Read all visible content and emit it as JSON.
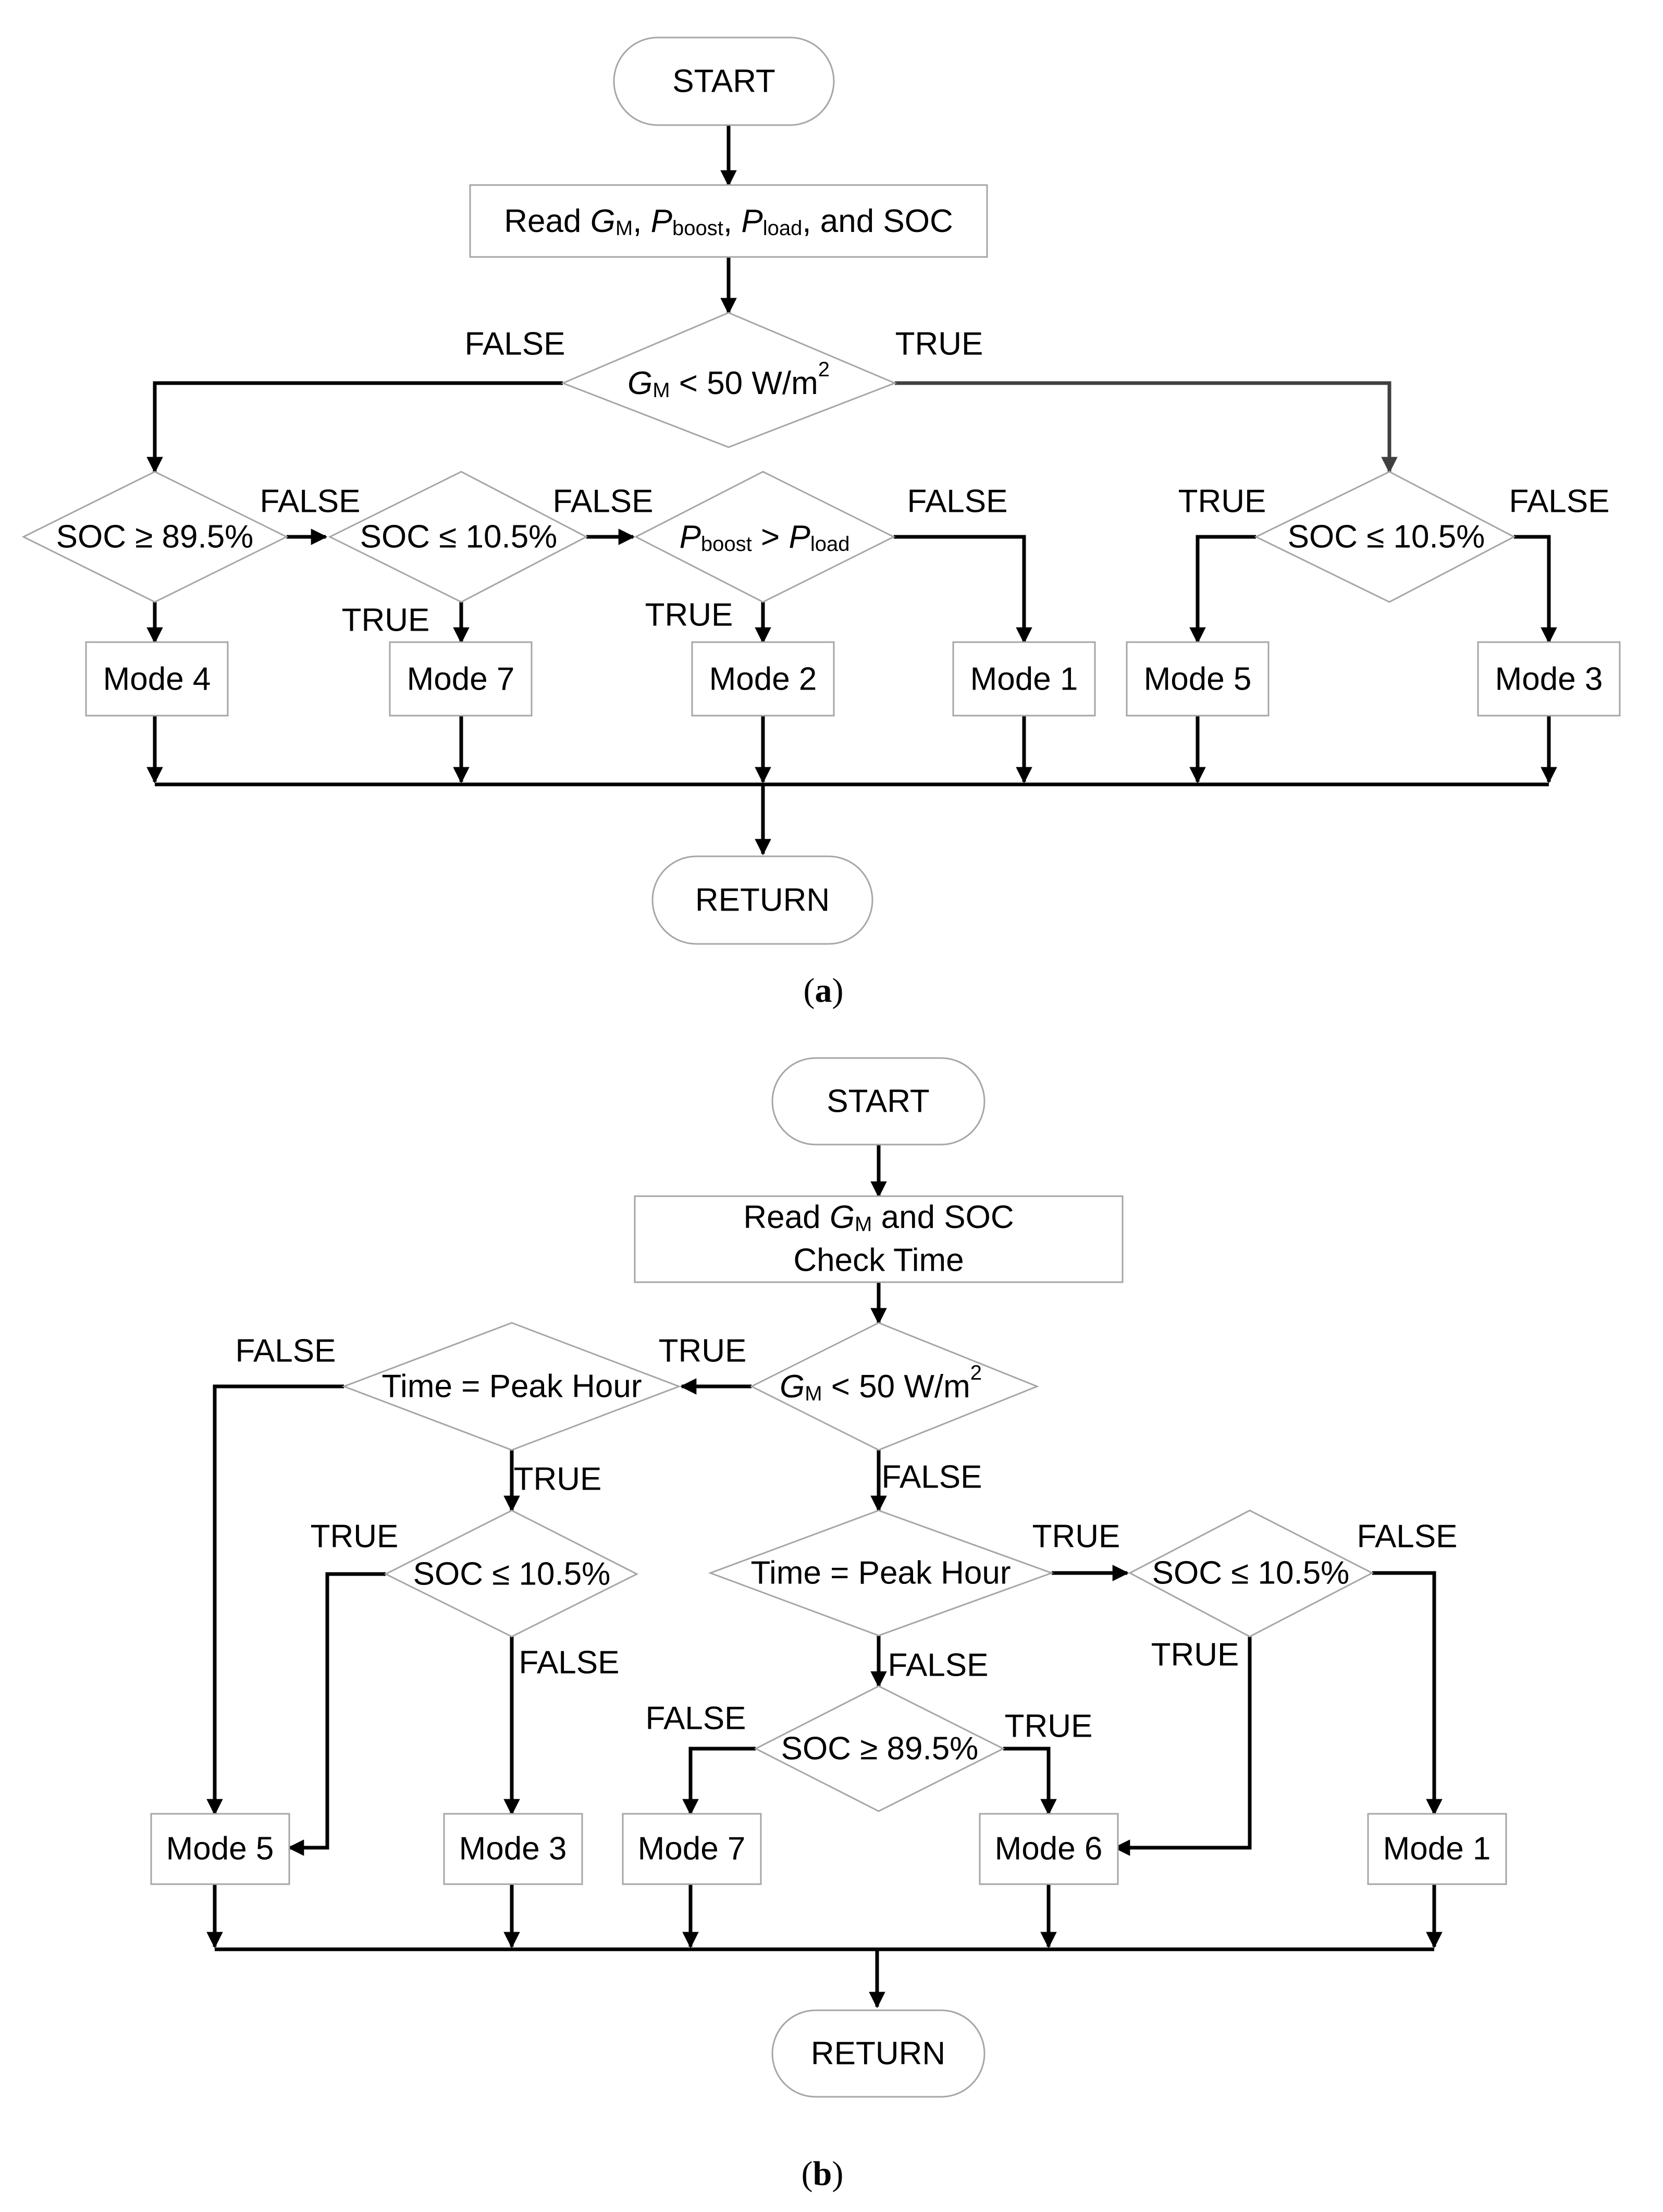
{
  "panel_a": {
    "start": "START",
    "read": {
      "prefix": "Read ",
      "g": "G",
      "m": "M",
      "p1": "P",
      "boost": "boost",
      "p2": "P",
      "load": "load",
      "suffix": ", and SOC"
    },
    "cond_gm": {
      "g": "G",
      "m": "M",
      "rest": " < 50 W/m",
      "sup": "2"
    },
    "cond_soc_high": "SOC ≥ 89.5%",
    "cond_soc_low_1": "SOC ≤  10.5%",
    "cond_power": {
      "p1": "P",
      "boost": "boost",
      "gt": " > ",
      "p2": "P",
      "load": "load"
    },
    "cond_soc_low_2": "SOC ≤  10.5%",
    "modes": [
      "Mode 4",
      "Mode 7",
      "Mode 2",
      "Mode 1",
      "Mode 5",
      "Mode 3"
    ],
    "labels": {
      "gm_false": "FALSE",
      "gm_true": "TRUE",
      "soch_false": "FALSE",
      "socl1_false": "FALSE",
      "socl1_true": "TRUE",
      "power_true": "TRUE",
      "power_false": "FALSE",
      "socl2_true": "TRUE",
      "socl2_false": "FALSE"
    },
    "return": "RETURN",
    "caption": {
      "open": "(",
      "letter": "a",
      "close": ")"
    }
  },
  "panel_b": {
    "start": "START",
    "read_line1": {
      "prefix": "Read ",
      "g": "G",
      "m": "M",
      "suffix": " and SOC"
    },
    "read_line2": "Check Time",
    "cond_gm": {
      "g": "G",
      "m": "M",
      "rest": " < 50 W/m",
      "sup": "2"
    },
    "cond_peak_left": "Time = Peak Hour",
    "cond_peak_right": "Time = Peak Hour",
    "cond_soc_low_left": "SOC ≤  10.5%",
    "cond_soc_low_right": "SOC ≤  10.5%",
    "cond_soc_high": "SOC ≥ 89.5%",
    "modes": [
      "Mode 5",
      "Mode 3",
      "Mode 7",
      "Mode 6",
      "Mode 1"
    ],
    "labels": {
      "peakl_false": "FALSE",
      "gm_true": "TRUE",
      "peakl_true": "TRUE",
      "socll_true": "TRUE",
      "socll_false": "FALSE",
      "gm_false": "FALSE",
      "peakr_true": "TRUE",
      "socrl_false": "FALSE",
      "socrl_true": "TRUE",
      "peakr_false": "FALSE",
      "soch_false": "FALSE",
      "soch_true": "TRUE"
    },
    "return": "RETURN",
    "caption": {
      "open": "(",
      "letter": "b",
      "close": ")"
    }
  }
}
